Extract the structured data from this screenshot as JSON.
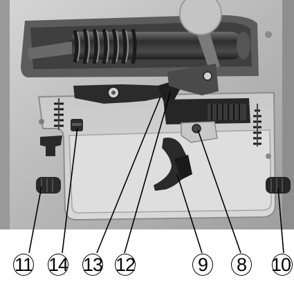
{
  "callouts": [
    {
      "key": "c11",
      "label": "11"
    },
    {
      "key": "c14",
      "label": "14"
    },
    {
      "key": "c13",
      "label": "13"
    },
    {
      "key": "c12",
      "label": "12"
    },
    {
      "key": "c9",
      "label": "9"
    },
    {
      "key": "c8",
      "label": "8"
    },
    {
      "key": "c10",
      "label": "10"
    }
  ],
  "colors": {
    "background": "#ffffff",
    "frame_metal": "#b9b9b9",
    "dark_parts": "#2a2a2a",
    "label_text": "#000000"
  }
}
